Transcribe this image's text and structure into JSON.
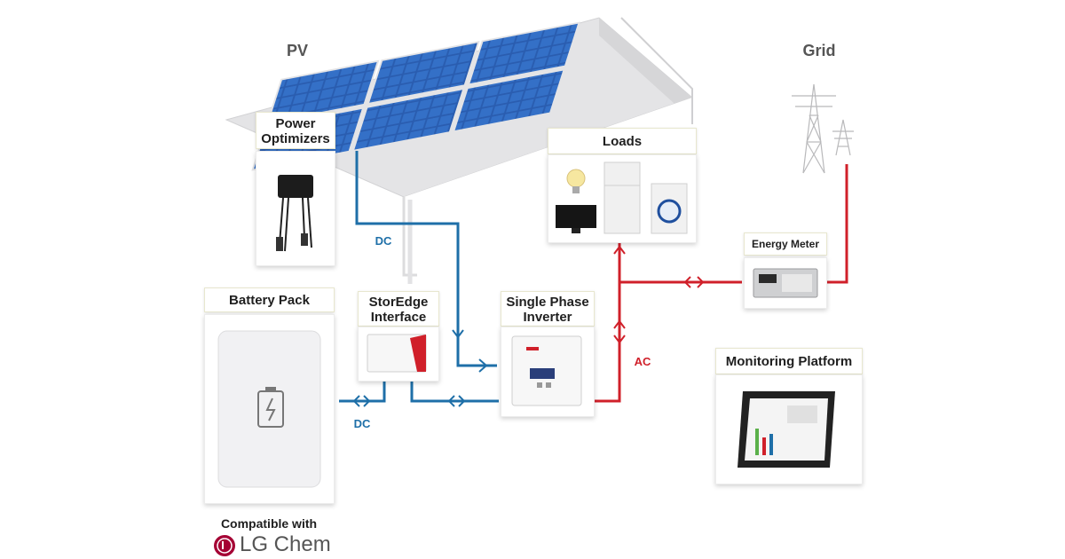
{
  "labels": {
    "pv": "PV",
    "grid": "Grid",
    "power_optimizers": "Power\nOptimizers",
    "loads": "Loads",
    "energy_meter": "Energy Meter",
    "battery_pack": "Battery Pack",
    "storedge_interface": "StorEdge\nInterface",
    "single_phase_inverter": "Single Phase\nInverter",
    "monitoring_platform": "Monitoring Platform",
    "dc_top": "DC",
    "dc_bottom": "DC",
    "ac": "AC",
    "compatible_with": "Compatible with",
    "lg_chem": "LG Chem"
  },
  "colors": {
    "dc_line": "#1e6fa8",
    "ac_line": "#d0202a",
    "panel_blue": "#1f4f9e",
    "roof_gray": "#e9e9ea",
    "label_border": "#e8e7cf",
    "lg_logo": "#a50034"
  },
  "icons": {
    "battery": "battery-charging-icon",
    "bulb": "light-bulb-icon",
    "tv": "tv-icon",
    "fridge": "refrigerator-icon",
    "washer": "washing-machine-icon",
    "tower": "power-tower-icon",
    "tablet": "tablet-icon"
  }
}
